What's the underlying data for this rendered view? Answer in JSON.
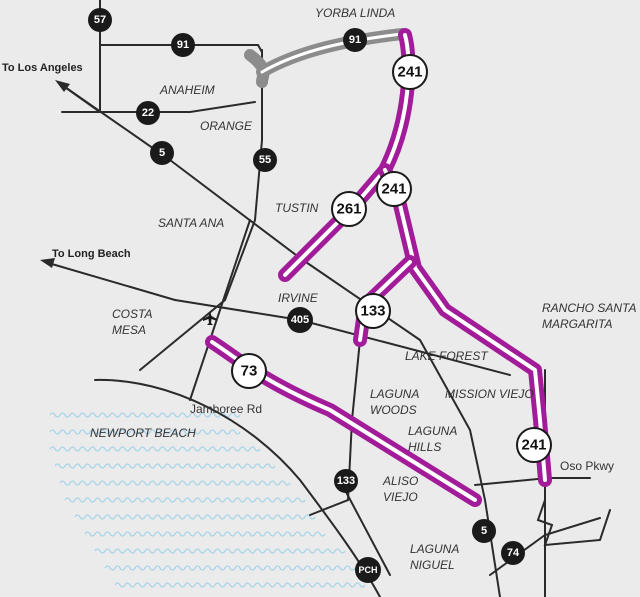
{
  "cities": {
    "yorba_linda": "YORBA LINDA",
    "anaheim": "ANAHEIM",
    "orange": "ORANGE",
    "tustin": "TUSTIN",
    "santa_ana": "SANTA ANA",
    "irvine": "IRVINE",
    "costa": "COSTA",
    "mesa": "MESA",
    "lake_forest": "LAKE FOREST",
    "rancho1": "RANCHO SANTA",
    "rancho2": "MARGARITA",
    "mission_viejo": "MISSION VIEJO",
    "laguna": "LAGUNA",
    "woods": "WOODS",
    "laguna2": "LAGUNA",
    "hills": "HILLS",
    "aliso": "ALISO",
    "viejo": "VIEJO",
    "laguna3": "LAGUNA",
    "niguel": "NIGUEL",
    "newport_beach": "NEWPORT BEACH"
  },
  "directions": {
    "to_los_angeles": "To Los Angeles",
    "to_long_beach": "To Long Beach"
  },
  "streets": {
    "jamboree": "Jamboree Rd",
    "oso": "Oso Pkwy"
  },
  "shields": {
    "r57": "57",
    "r91a": "91",
    "r91b": "91",
    "r22": "22",
    "r5a": "5",
    "r55": "55",
    "r405": "405",
    "r133a": "133",
    "r5b": "5",
    "r74": "74",
    "pch": "PCH",
    "t241a": "241",
    "t241b": "241",
    "t261": "261",
    "t133": "133",
    "t73": "73",
    "t241c": "241"
  },
  "colors": {
    "background": "#ebebeb",
    "toll_road": "#a21c9a",
    "freeway": "#2a2a2a",
    "connector": "#8c8c8c",
    "water": "#a9d5ea"
  },
  "icons": {
    "airport": "airplane-icon"
  }
}
